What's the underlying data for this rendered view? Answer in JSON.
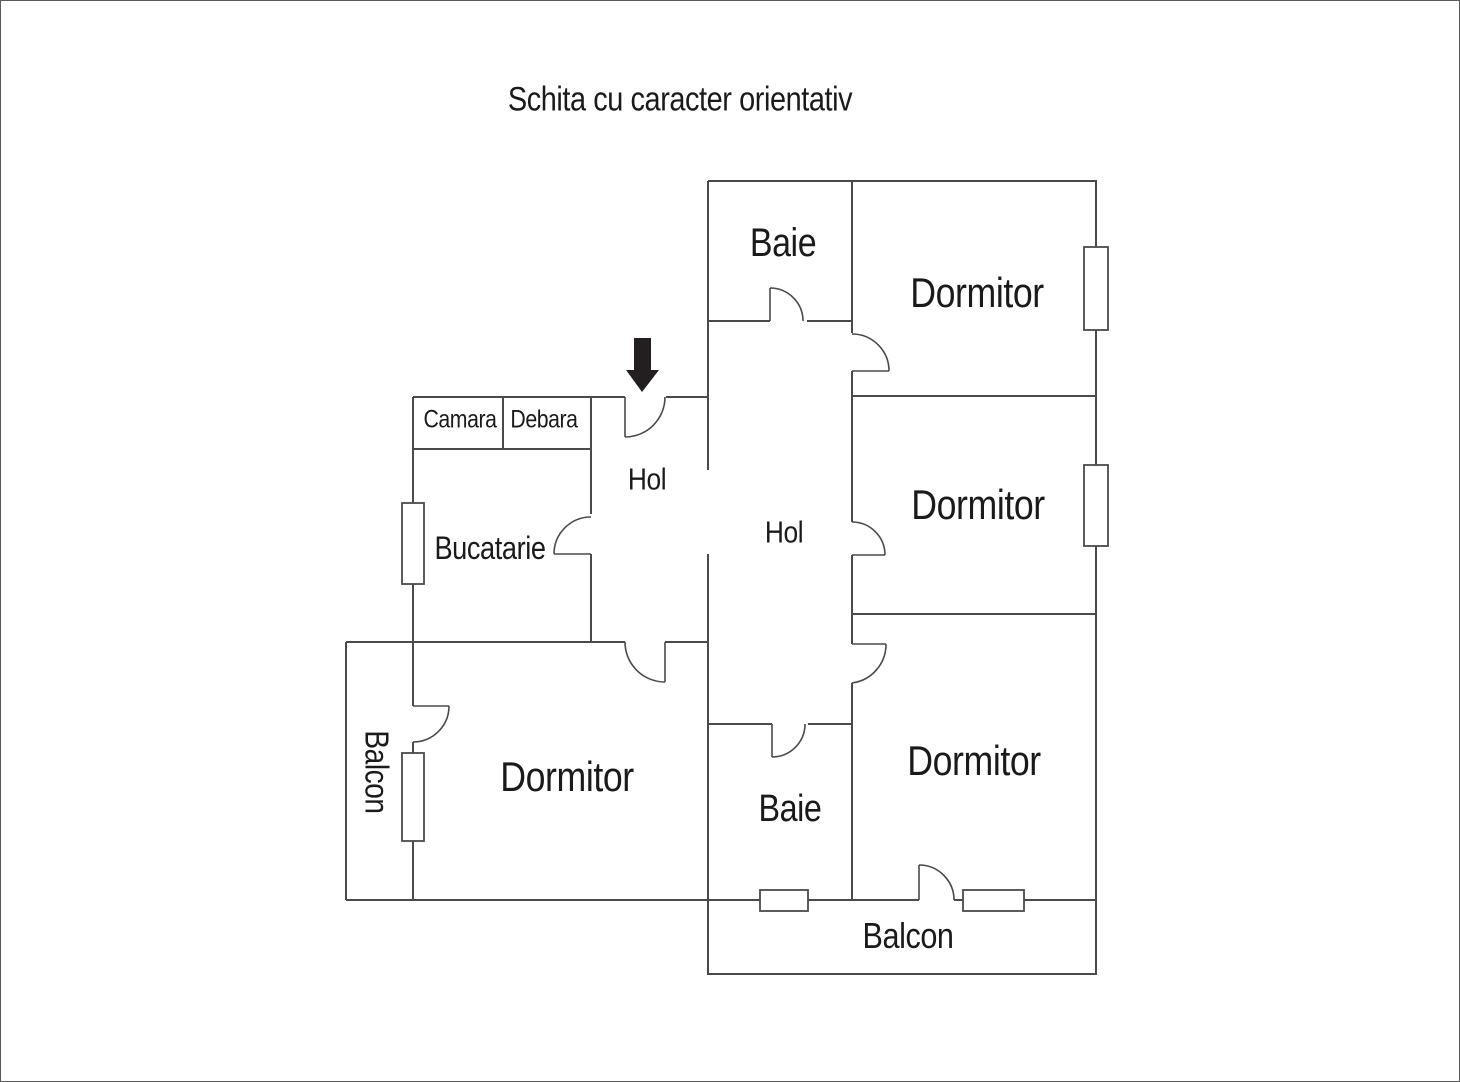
{
  "title": "Schita cu caracter orientativ",
  "rooms": {
    "baie_top": {
      "label": "Baie"
    },
    "dormitor_top": {
      "label": "Dormitor"
    },
    "camara": {
      "label": "Camara"
    },
    "debara": {
      "label": "Debara"
    },
    "hol_upper": {
      "label": "Hol"
    },
    "bucatarie": {
      "label": "Bucatarie"
    },
    "hol_central": {
      "label": "Hol"
    },
    "dormitor_middle": {
      "label": "Dormitor"
    },
    "dormitor_bottom_left": {
      "label": "Dormitor"
    },
    "dormitor_bottom_right": {
      "label": "Dormitor"
    },
    "baie_bottom": {
      "label": "Baie"
    },
    "balcon_left": {
      "label": "Balcon"
    },
    "balcon_bottom": {
      "label": "Balcon"
    }
  },
  "icons": {
    "entrance_arrow": "down-arrow-icon"
  },
  "colors": {
    "wall": "#4a4a4a",
    "text": "#1a1a1a",
    "arrow": "#231f20",
    "background": "#ffffff"
  }
}
